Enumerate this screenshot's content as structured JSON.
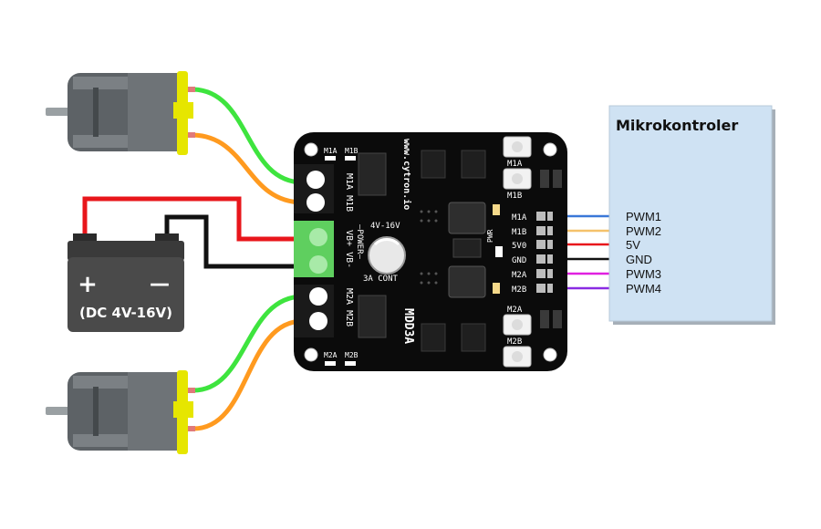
{
  "mcu": {
    "title": "Mikrokontroler",
    "pins": [
      "PWM1",
      "PWM2",
      "5V",
      "GND",
      "PWM3",
      "PWM4"
    ]
  },
  "battery": {
    "plus": "+",
    "minus": "—",
    "label": "(DC 4V-16V)"
  },
  "board": {
    "model_text": "MDD3A",
    "site_text": "www.cytron.io",
    "voltage_text": "4V-16V",
    "current_text": "3A CONT",
    "power_text": "—POWER—",
    "terminal_labels": [
      "M1A M1B",
      "VB+ VB-",
      "M2A M2B"
    ],
    "top_pad_labels": [
      "M1A",
      "M1B"
    ],
    "bottom_pad_labels": [
      "M2A",
      "M2B"
    ],
    "button_labels": [
      "M1A",
      "M1B",
      "M2A",
      "M2B"
    ],
    "pwr_label": "PWR",
    "header_labels": [
      "M1A",
      "M1B",
      "5V0",
      "GND",
      "M2A",
      "M2B"
    ]
  },
  "colors": {
    "wire_green": "#3ee43e",
    "wire_orange": "#ff9a1f",
    "wire_red": "#e8161b",
    "wire_black": "#111111",
    "wire_blue": "#3a78d8",
    "wire_yellow": "#f5c26b",
    "wire_magenta": "#e020e0",
    "wire_purple": "#8a2be2",
    "mcu_fill": "#cfe2f3",
    "terminal_green": "#5fcf5f"
  }
}
